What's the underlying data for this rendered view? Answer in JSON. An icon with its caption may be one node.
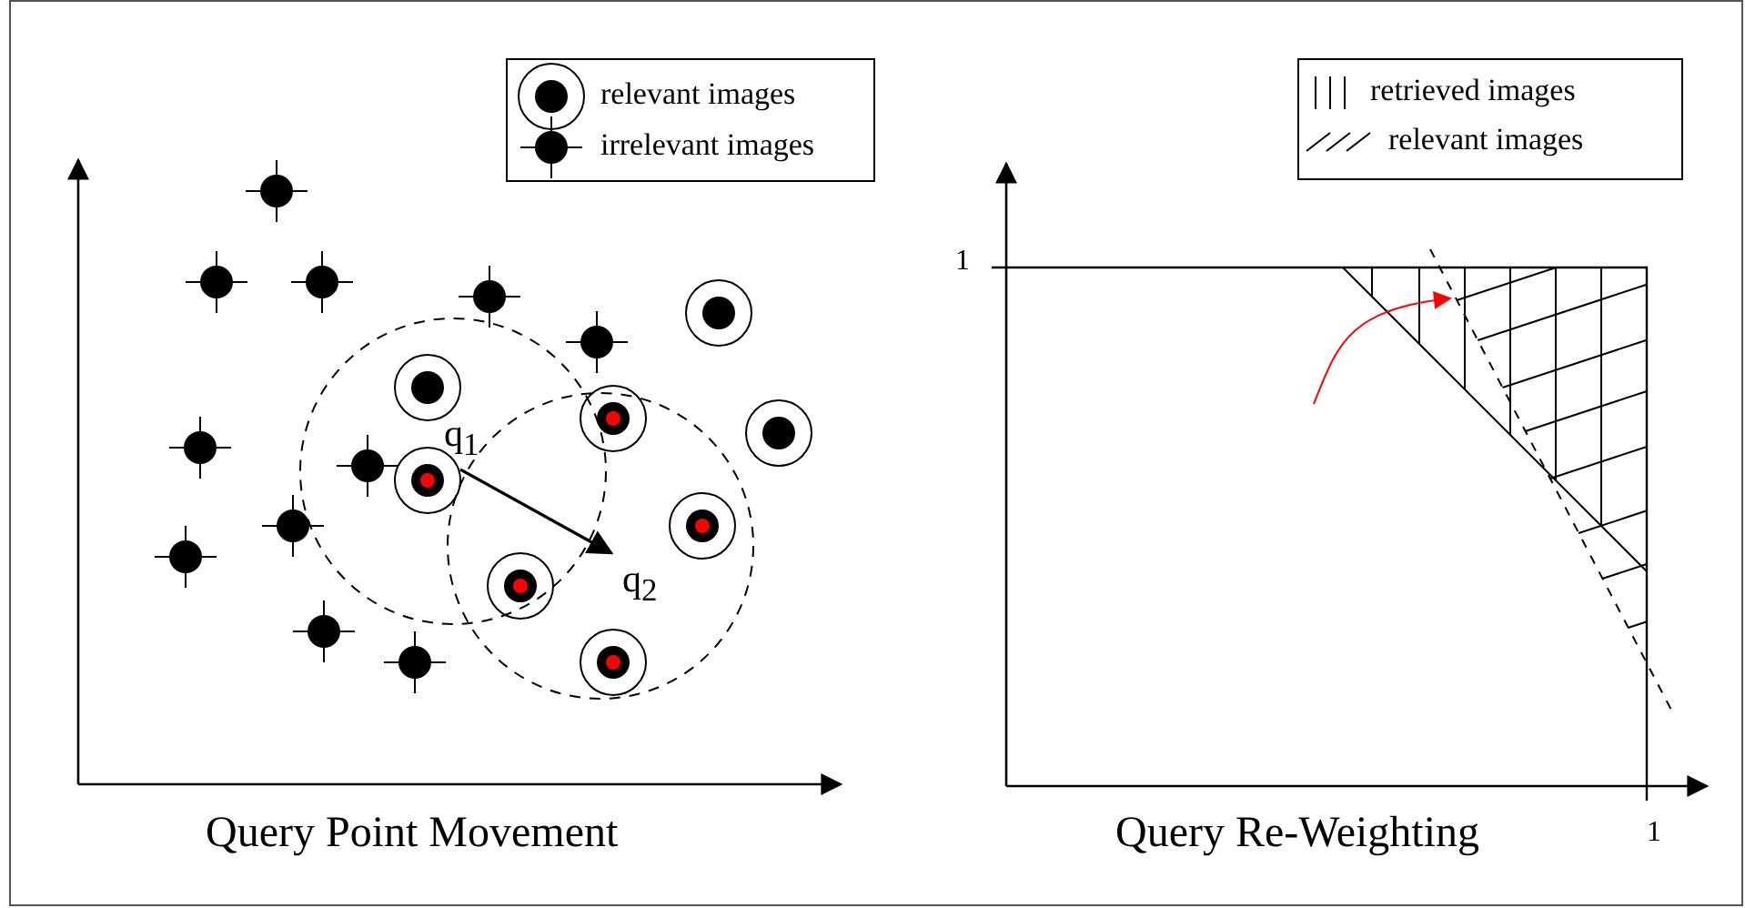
{
  "diagram": {
    "nodes": [
      {
        "text": [
          "q$_{1}$"
        ]
      },
      {
        "text": [
          "q$_{2}$"
        ]
      }
    ],
    "edges": [
      {
        "from": 0,
        "to": 1,
        "arrow": "to"
      }
    ],
    "labels": [
      "Query Point Movement",
      "1",
      "Query Re-Weighting",
      "1"
    ],
    "legend": [
      {
        "text": "relevant images"
      },
      {
        "text": "irrelevant images"
      },
      {
        "text": "retrieved images"
      },
      {
        "text": "relevant images"
      }
    ]
  }
}
